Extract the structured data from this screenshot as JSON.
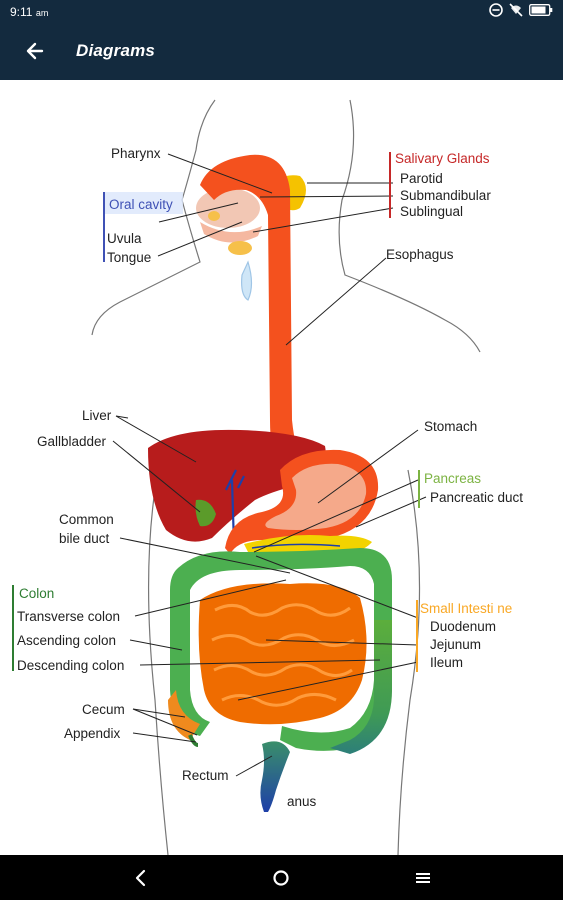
{
  "status": {
    "time": "9:11",
    "ampm": "am"
  },
  "app_bar": {
    "title": "Diagrams"
  },
  "diagram": {
    "labels": {
      "pharynx": "Pharynx",
      "oral_cavity": "Oral cavity",
      "uvula": "Uvula",
      "tongue": "Tongue",
      "salivary_glands": "Salivary Glands",
      "parotid": "Parotid",
      "submandibular": "Submandibular",
      "sublingual": "Sublingual",
      "esophagus": "Esophagus",
      "liver": "Liver",
      "gallbladder": "Gallbladder",
      "stomach": "Stomach",
      "common_bile_duct_1": "Common",
      "common_bile_duct_2": "bile duct",
      "pancreas": "Pancreas",
      "pancreatic_duct": "Pancreatic duct",
      "colon": "Colon",
      "transverse_colon": "Transverse colon",
      "ascending_colon": "Ascending colon",
      "descending_colon": "Descending colon",
      "small_intestine": "Small Intesti ne",
      "duodenum": "Duodenum",
      "jejunum": "Jejunum",
      "ileum": "Ileum",
      "cecum": "Cecum",
      "appendix": "Appendix",
      "rectum": "Rectum",
      "anus": "anus"
    },
    "colors": {
      "salivary": "#c62828",
      "oral": "#3f51b5",
      "pancreas": "#7cb342",
      "colon": "#2e7d32",
      "small_intestine": "#f9a825",
      "esophagus": "#f4511e",
      "liver": "#c62828",
      "intestine": "#ef6c00"
    }
  }
}
